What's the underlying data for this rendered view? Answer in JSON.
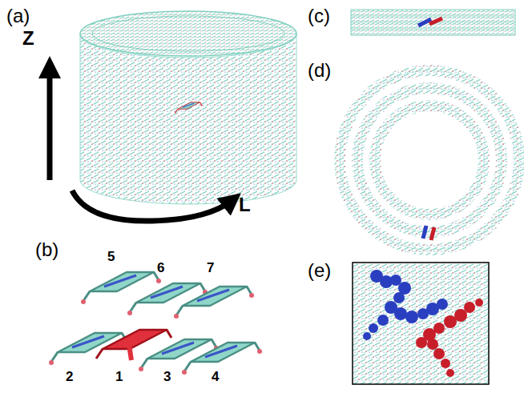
{
  "diagram": {
    "labels": [
      "(a)",
      "Z",
      "L",
      "(b)",
      "5",
      "6",
      "7",
      "2",
      "1",
      "3",
      "4",
      "(c)",
      "(d)",
      "(e)"
    ]
  }
}
